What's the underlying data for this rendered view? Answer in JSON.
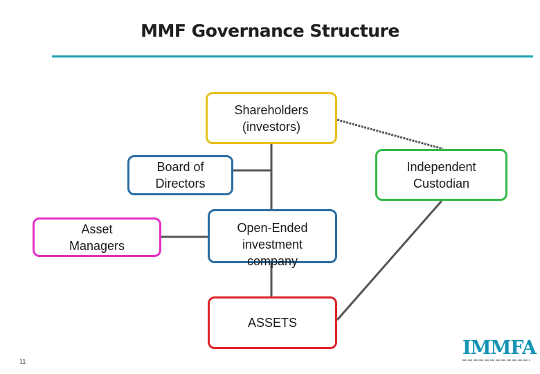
{
  "slide": {
    "title": "MMF Governance Structure",
    "slide_number": "11"
  },
  "nodes": {
    "shareholders": {
      "label": "Shareholders\n(investors)",
      "color": "#e8c11a"
    },
    "board": {
      "label": "Board of\nDirectors",
      "color": "#2a6da3"
    },
    "custodian": {
      "label": "Independent\nCustodian",
      "color": "#33b84a"
    },
    "asset_managers": {
      "label": "Asset\nManagers",
      "color": "#e42fc4"
    },
    "company": {
      "label": "Open-Ended\ninvestment\ncompany",
      "color": "#2a6da3"
    },
    "assets": {
      "label": "ASSETS",
      "color": "#e0232a"
    }
  },
  "logo": {
    "text": "IMMFA",
    "color": "#1593b5"
  }
}
